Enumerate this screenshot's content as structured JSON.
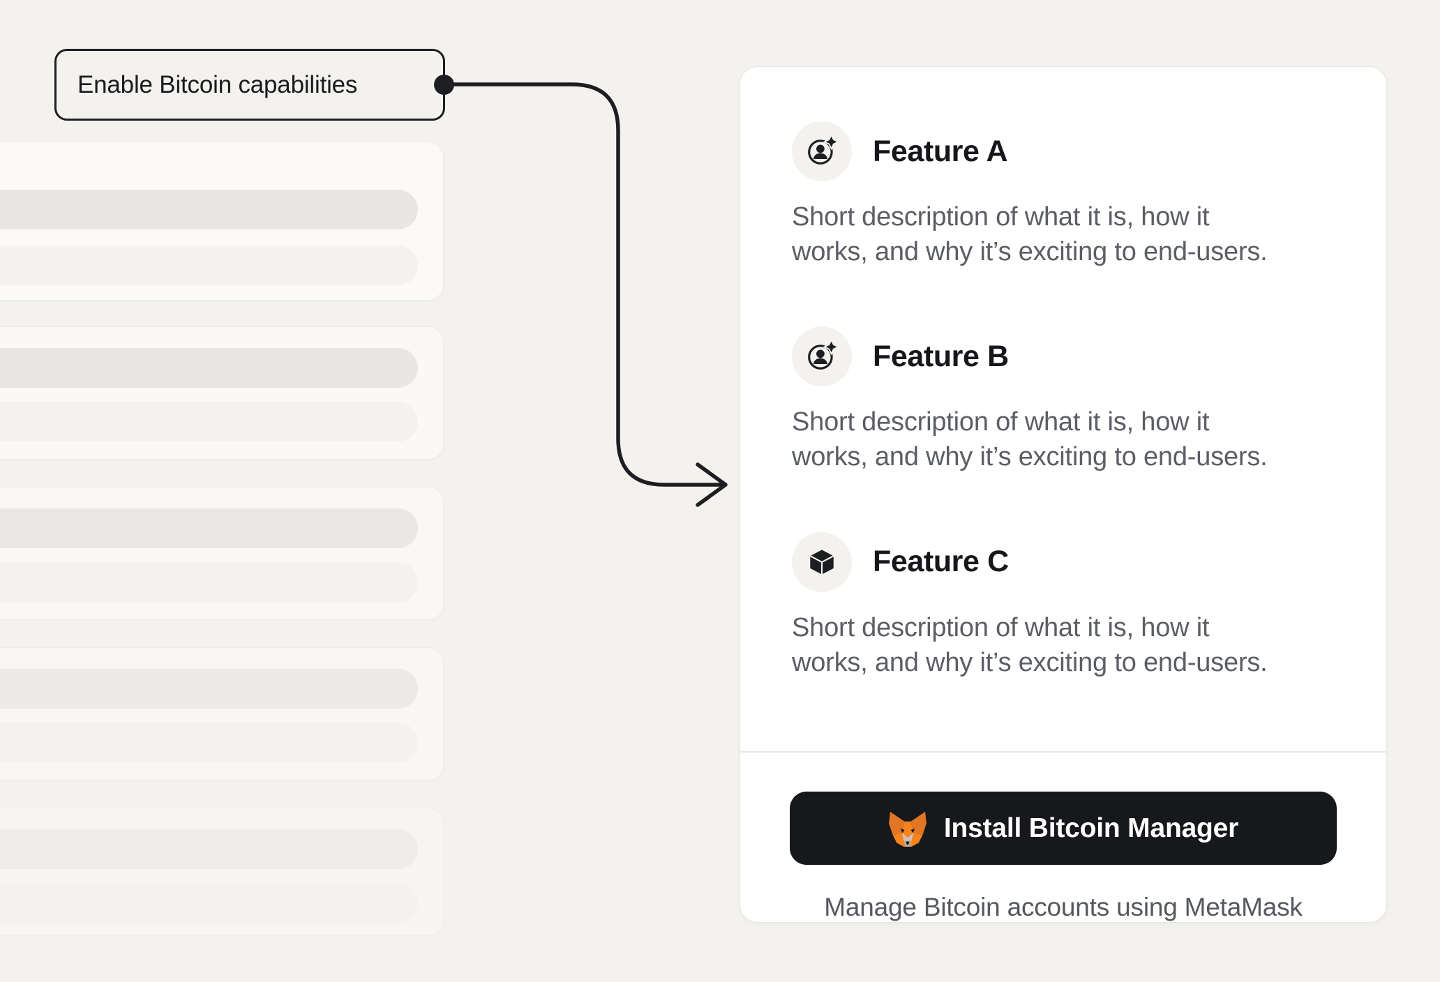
{
  "page": {
    "background_color": "#f3f2ef",
    "accent_dark": "#1c1e21",
    "muted_text_color": "#5b5e64"
  },
  "callout": {
    "label": "Enable Bitcoin capabilities",
    "connector": "elbow-arrow-pointing-to-panel"
  },
  "skeleton_list": {
    "card_count": 5,
    "pills_per_card": 2
  },
  "panel": {
    "features": [
      {
        "title": "Feature A",
        "icon": "account-sparkle-icon",
        "description": "Short description of what it is, how it works, and why it’s exciting to end-users.",
        "lines": [
          "Short description of what it is, how it",
          "works, and why it’s exciting to end-users."
        ]
      },
      {
        "title": "Feature B",
        "icon": "account-sparkle-icon",
        "description": "Short description of what it is, how it works, and why it’s exciting to end-users.",
        "lines": [
          "Short description of what it is, how it",
          "works, and why it’s exciting to end-users."
        ]
      },
      {
        "title": "Feature C",
        "icon": "cube-icon",
        "description": "Short description of what it is, how it works, and why it’s exciting to end-users.",
        "lines": [
          "Short description of what it is, how it",
          "works, and why it’s exciting to end-users."
        ]
      }
    ],
    "footer": {
      "button_label": "Install Bitcoin Manager",
      "button_icon": "metamask-fox-icon",
      "button_bg": "#17181b",
      "caption": "Manage Bitcoin accounts using MetaMask"
    }
  }
}
